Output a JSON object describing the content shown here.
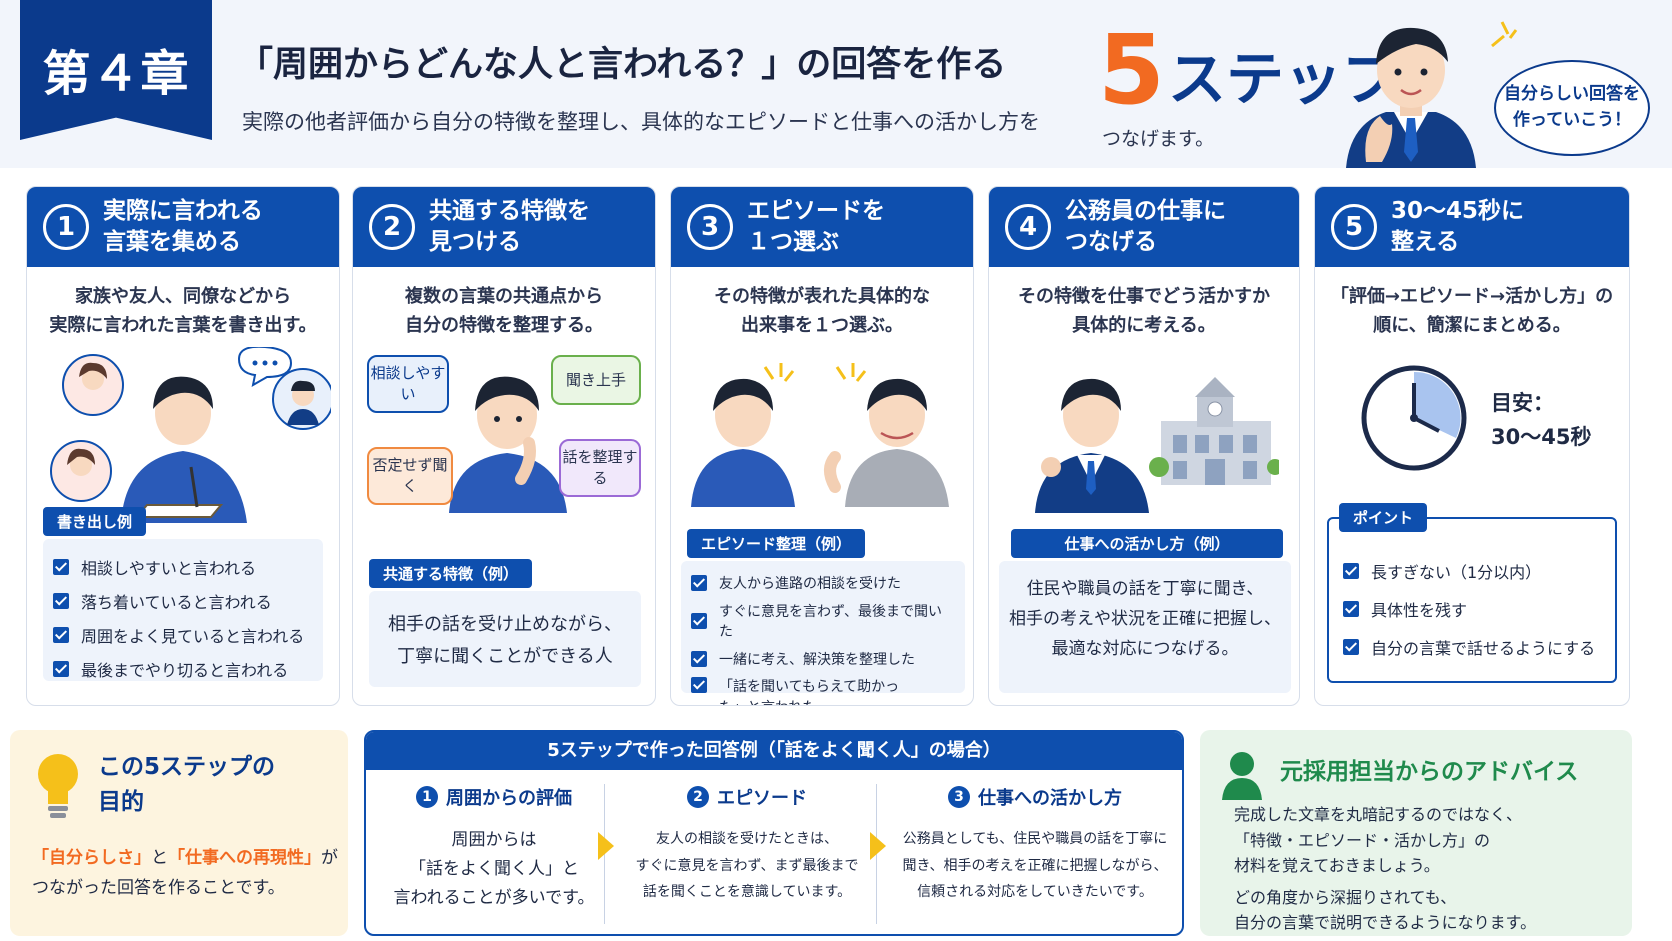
{
  "header": {
    "chapter": "第４章",
    "title": "「周囲からどんな人と言われる？」の回答を作る",
    "big_number": "5",
    "big_text": "ステップ",
    "subtitle_line1": "実際の他者評価から自分の特徴を整理し、具体的なエピソードと仕事への活かし方を",
    "subtitle_line2": "つなげます。",
    "bubble": [
      "自分らしい回答を",
      "作っていこう！"
    ]
  },
  "steps": [
    {
      "num": "1",
      "title": [
        "実際に言われる",
        "言葉を集める"
      ],
      "desc": [
        "家族や友人、同僚などから",
        "実際に言われた言葉を書き出す。"
      ],
      "tag": "書き出し例",
      "items": [
        "相談しやすいと言われる",
        "落ち着いていると言われる",
        "周囲をよく見ていると言われる",
        "最後までやり切ると言われる"
      ]
    },
    {
      "num": "2",
      "title": [
        "共通する特徴を",
        "見つける"
      ],
      "desc": [
        "複数の言葉の共通点から",
        "自分の特徴を整理する。"
      ],
      "bubbles": [
        "相談しやすい",
        "聞き上手",
        "否定せず聞く",
        "話を整理する"
      ],
      "tag": "共通する特徴（例）",
      "text": [
        "相手の話を受け止めながら、",
        "丁寧に聞くことができる人"
      ]
    },
    {
      "num": "3",
      "title": [
        "エピソードを",
        "１つ選ぶ"
      ],
      "desc": [
        "その特徴が表れた具体的な",
        "出来事を１つ選ぶ。"
      ],
      "tag": "エピソード整理（例）",
      "items": [
        "友人から進路の相談を受けた",
        "すぐに意見を言わず、最後まで聞いた",
        "一緒に考え、解決策を整理した",
        "「話を聞いてもらえて助かった」と言われた"
      ]
    },
    {
      "num": "4",
      "title": [
        "公務員の仕事に",
        "つなげる"
      ],
      "desc": [
        "その特徴を仕事でどう活かすか",
        "具体的に考える。"
      ],
      "tag": "仕事への活かし方（例）",
      "text": [
        "住民や職員の話を丁寧に聞き、",
        "相手の考えや状況を正確に把握し、",
        "最適な対応につなげる。"
      ]
    },
    {
      "num": "5",
      "title": [
        "30～45秒に",
        "整える"
      ],
      "desc": [
        "「評価→エピソード→活かし方」の",
        "順に、簡潔にまとめる。"
      ],
      "guide_label": "目安：",
      "guide_value": "30～45秒",
      "tag": "ポイント",
      "items": [
        "長すぎない（1分以内）",
        "具体性を残す",
        "自分の言葉で話せるようにする"
      ]
    }
  ],
  "purpose": {
    "title": [
      "この5ステップの",
      "目的"
    ],
    "highlight1": "「自分らしさ」",
    "joiner": "と",
    "highlight2": "「仕事への再現性」",
    "after": "が",
    "line2": "つながった回答を作ることです。"
  },
  "example": {
    "title": "5ステップで作った回答例（「話をよく聞く人」の場合）",
    "cols": [
      {
        "num": "1",
        "head": "周囲からの評価",
        "text": [
          "周囲からは",
          "「話をよく聞く人」と",
          "言われることが多いです。"
        ]
      },
      {
        "num": "2",
        "head": "エピソード",
        "text": [
          "友人の相談を受けたときは、",
          "すぐに意見を言わず、まず最後まで",
          "話を聞くことを意識しています。"
        ]
      },
      {
        "num": "3",
        "head": "仕事への活かし方",
        "text": [
          "公務員としても、住民や職員の話を丁寧に",
          "聞き、相手の考えを正確に把握しながら、",
          "信頼される対応をしていきたいです。"
        ]
      }
    ]
  },
  "advice": {
    "title": "元採用担当からのアドバイス",
    "lines": [
      "完成した文章を丸暗記するのではなく、",
      "「特徴・エピソード・活かし方」の",
      "材料を覚えておきましょう。",
      "どの角度から深掘りされても、",
      "自分の言葉で説明できるようになります。"
    ]
  },
  "colors": {
    "navy": "#0b3a8c",
    "blue": "#0e4fae",
    "orange": "#f26a21",
    "yellow": "#f5c01a",
    "green": "#1f8a4c"
  }
}
